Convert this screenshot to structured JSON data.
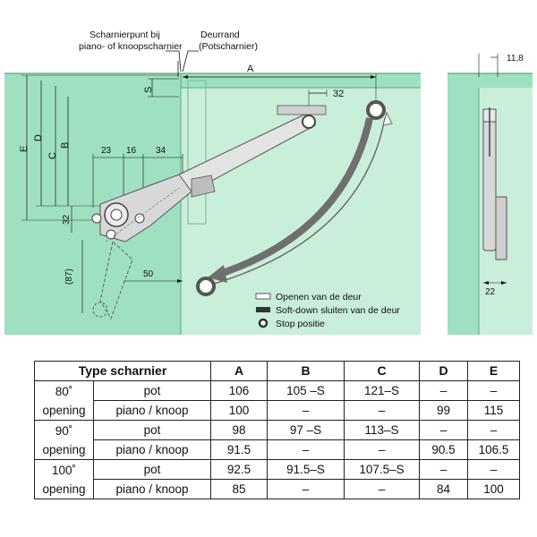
{
  "diagram": {
    "labels": {
      "hinge_point": [
        "Scharnierpunt bij",
        "piano- of knoopscharnier"
      ],
      "door_edge": [
        "Deurrand",
        "(Potscharnier)"
      ],
      "dim_A": "A",
      "dim_S": "S",
      "dim_32_top": "32",
      "dim_E": "E",
      "dim_D": "D",
      "dim_C": "C",
      "dim_B": "B",
      "dim_23": "23",
      "dim_16": "16",
      "dim_34": "34",
      "dim_32_left": "32",
      "dim_87": "(87)",
      "dim_50": "50",
      "dim_11_8": "11,8",
      "dim_22": "22"
    },
    "legend": [
      {
        "symbol": "outline-bar",
        "text": "Openen van de deur"
      },
      {
        "symbol": "filled-bar",
        "text": "Soft-down sluiten van de deur"
      },
      {
        "symbol": "ring",
        "text": "Stop positie"
      }
    ],
    "colors": {
      "panel": "#9fe0c0",
      "panel_dark": "#7ccaa5",
      "arrow": "#6f6f6f",
      "metal": "#d4d4d4"
    }
  },
  "table": {
    "headers": {
      "type": "Type scharnier",
      "A": "A",
      "B": "B",
      "C": "C",
      "D": "D",
      "E": "E"
    },
    "groups": [
      {
        "opening": [
          "80˚",
          "opening"
        ],
        "rows": [
          {
            "type": "pot",
            "A": "106",
            "B": "105 –S",
            "C": "121–S",
            "D": "–",
            "E": "–"
          },
          {
            "type": "piano / knoop",
            "A": "100",
            "B": "–",
            "C": "–",
            "D": "99",
            "E": "115"
          }
        ]
      },
      {
        "opening": [
          "90˚",
          "opening"
        ],
        "rows": [
          {
            "type": "pot",
            "A": "98",
            "B": "97 –S",
            "C": "113–S",
            "D": "–",
            "E": "–"
          },
          {
            "type": "piano / knoop",
            "A": "91.5",
            "B": "–",
            "C": "–",
            "D": "90.5",
            "E": "106.5"
          }
        ]
      },
      {
        "opening": [
          "100˚",
          "opening"
        ],
        "rows": [
          {
            "type": "pot",
            "A": "92.5",
            "B": "91.5–S",
            "C": "107.5–S",
            "D": "–",
            "E": "–"
          },
          {
            "type": "piano / knoop",
            "A": "85",
            "B": "–",
            "C": "–",
            "D": "84",
            "E": "100"
          }
        ]
      }
    ]
  }
}
